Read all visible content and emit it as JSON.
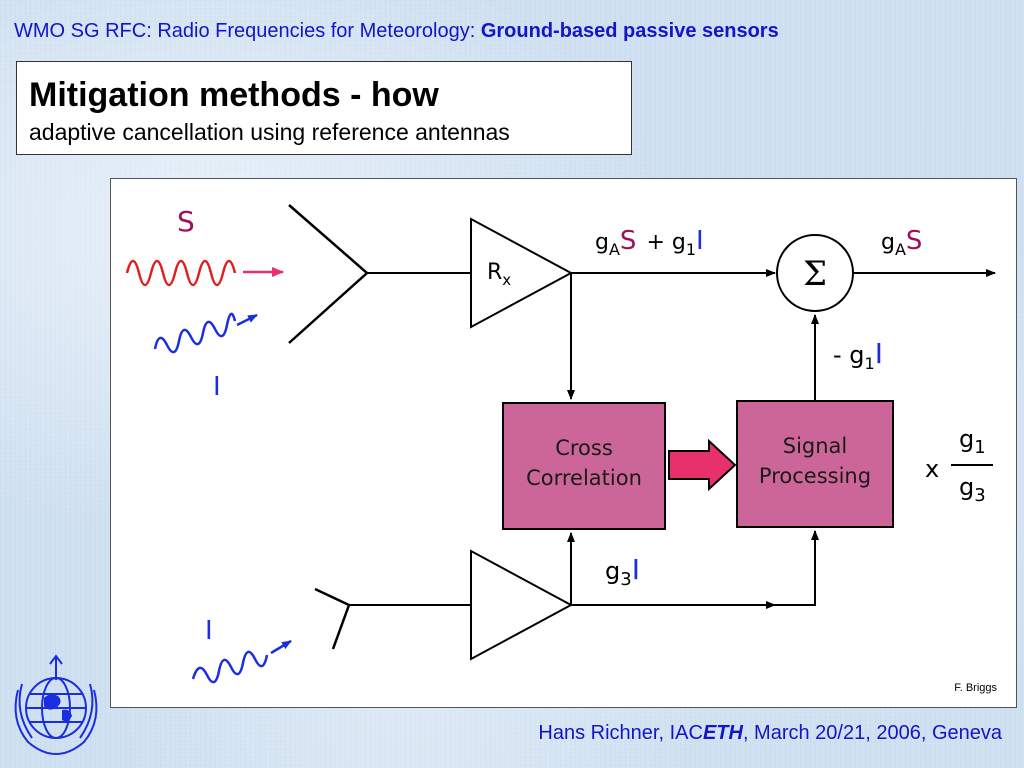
{
  "header": {
    "prefix": "WMO SG RFC: Radio Frequencies for Meteorology: ",
    "bold": "Ground-based passive sensors"
  },
  "title": {
    "main": "Mitigation methods - how",
    "subtitle": "adaptive cancellation using reference antennas"
  },
  "diagram": {
    "signal_S": "S",
    "interference_top": "I",
    "interference_bottom": "I",
    "receiver_label": "R",
    "receiver_sub": "x",
    "output_left": {
      "g": "g",
      "g_sub": "A",
      "S": "S",
      "plus": "+ g",
      "plus_sub": "1",
      "I": "I"
    },
    "output_right": {
      "g": "g",
      "g_sub": "A",
      "S": "S"
    },
    "sum_symbol": "Σ",
    "feedback": {
      "minus": "- g",
      "sub": "1",
      "I": "I"
    },
    "cross_correlation": [
      "Cross",
      "Correlation"
    ],
    "signal_processing": [
      "Signal",
      "Processing"
    ],
    "ratio": {
      "x": "x",
      "num": "g",
      "num_sub": "1",
      "den": "g",
      "den_sub": "3"
    },
    "reference": {
      "g": "g",
      "sub": "3",
      "I": "I"
    },
    "credit": "F. Briggs"
  },
  "footer": {
    "prefix": "Hans Richner, IAC",
    "eth": "ETH",
    "suffix": ", March 20/21, 2006, Geneva"
  },
  "colors": {
    "header_text": "#1414c8",
    "signal_red": "#e02020",
    "interference_blue": "#1a2ee0",
    "label_purple": "#a0105a",
    "box_fill": "#cc6699",
    "arrow_red": "#e8306a"
  }
}
